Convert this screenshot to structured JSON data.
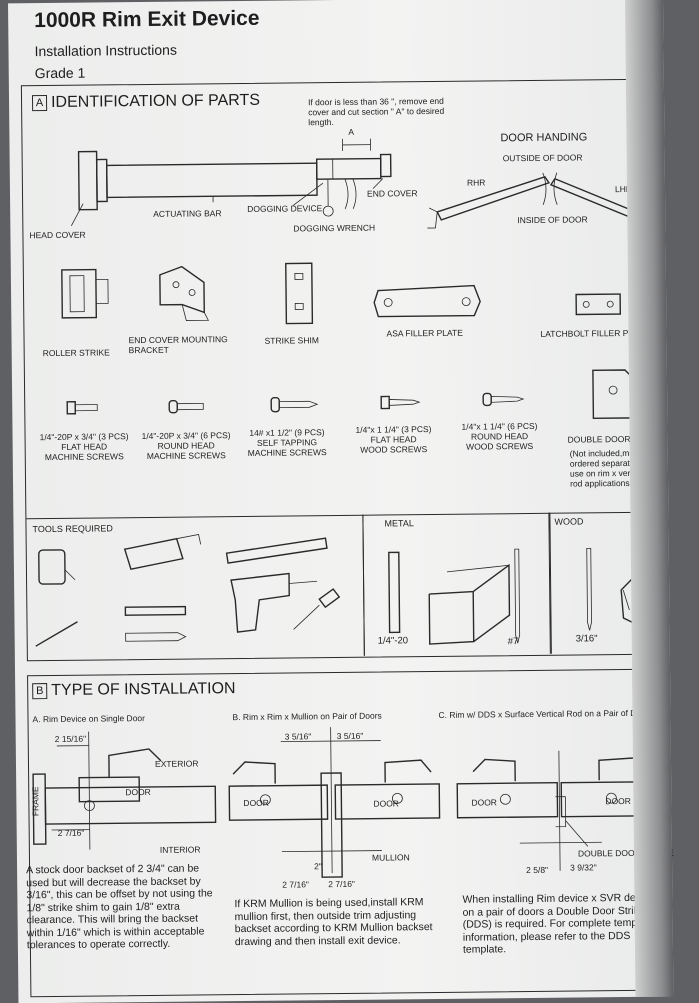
{
  "header": {
    "title": "1000R Rim Exit Device",
    "subtitle": "Installation Instructions",
    "grade": "Grade 1"
  },
  "section_a": {
    "letter": "A",
    "title": "IDENTIFICATION OF PARTS",
    "door_note": "If door is less than 36 \", remove end cover and cut section \" A\" to desired length.",
    "section_marker": "A",
    "device_labels": {
      "head_cover": "HEAD COVER",
      "actuating_bar": "ACTUATING BAR",
      "dogging_device": "DOGGING DEVICE",
      "end_cover": "END COVER",
      "dogging_wrench": "DOGGING WRENCH"
    },
    "door_handing": {
      "title": "DOOR HANDING",
      "outside": "OUTSIDE OF DOOR",
      "inside": "INSIDE OF DOOR",
      "rhr": "RHR",
      "lhr": "LHR"
    },
    "parts_row1": [
      {
        "label": "ROLLER STRIKE"
      },
      {
        "label": "END COVER MOUNTING BRACKET"
      },
      {
        "label": "STRIKE SHIM"
      },
      {
        "label": "ASA FILLER PLATE"
      },
      {
        "label": "LATCHBOLT FILLER PLATE"
      }
    ],
    "screws": [
      {
        "l1": "1/4\"-20P x 3/4\" (3 PCS)",
        "l2": "FLAT HEAD",
        "l3": "MACHINE SCREWS"
      },
      {
        "l1": "1/4\"-20P x 3/4\" (6 PCS)",
        "l2": "ROUND HEAD",
        "l3": "MACHINE SCREWS"
      },
      {
        "l1": "14# x1 1/2\" (9 PCS)",
        "l2": "SELF TAPPING",
        "l3": "MACHINE SCREWS"
      },
      {
        "l1": "1/4\"x 1 1/4\" (3 PCS)",
        "l2": "FLAT HEAD",
        "l3": "WOOD SCREWS"
      },
      {
        "l1": "1/4\"x 1 1/4\" (6 PCS)",
        "l2": "ROUND HEAD",
        "l3": "WOOD SCREWS"
      }
    ],
    "double_door_strike": {
      "label": "DOUBLE DOOR STRIKE",
      "note": "(Not included,must be ordered separately. For use on rim x vertical rod applications.)"
    },
    "tools": {
      "title": "TOOLS REQUIRED",
      "metal": "METAL",
      "wood": "WOOD",
      "tap_size": "1/4\"-20",
      "drill_metal": "#7",
      "drill_wood": "3/16\""
    }
  },
  "section_b": {
    "letter": "B",
    "title": "TYPE OF INSTALLATION",
    "a": {
      "heading": "A. Rim Device on Single Door",
      "dim1": "2 15/16\"",
      "exterior": "EXTERIOR",
      "door": "DOOR",
      "frame": "FRAME",
      "dim2": "2 7/16\"",
      "interior": "INTERIOR",
      "note": "A stock door backset of 2 3/4\" can be used but will decrease the backset by 3/16\", this can be offset by not using the 1/8\" strike shim to gain 1/8\" extra clearance. This will bring the backset within 1/16\" which is within acceptable tolerances to operate correctly."
    },
    "b": {
      "heading": "B. Rim x Rim x Mullion on Pair of Doors",
      "dim_left": "3 5/16\"",
      "dim_right": "3 5/16\"",
      "door_left": "DOOR",
      "door_right": "DOOR",
      "mullion": "MULLION",
      "dim_mid": "2\"",
      "dim_bl": "2 7/16\"",
      "dim_br": "2 7/16\"",
      "note": "If KRM Mullion is being used,install KRM mullion first, then outside trim adjusting backset according to KRM Mullion backset drawing and then install exit device."
    },
    "c": {
      "heading": "C. Rim w/ DDS x Surface Vertical Rod on a Pair of Doors",
      "door_left": "DOOR",
      "door_right": "DOOR",
      "dds": "DOUBLE DOOR STRIKE",
      "dim_left": "2 5/8\"",
      "dim_right": "3 9/32\"",
      "note": "When installing Rim device x SVR device on a pair of doors a Double Door Strike (DDS) is required. For complete template information, please refer to the DDS template."
    }
  }
}
